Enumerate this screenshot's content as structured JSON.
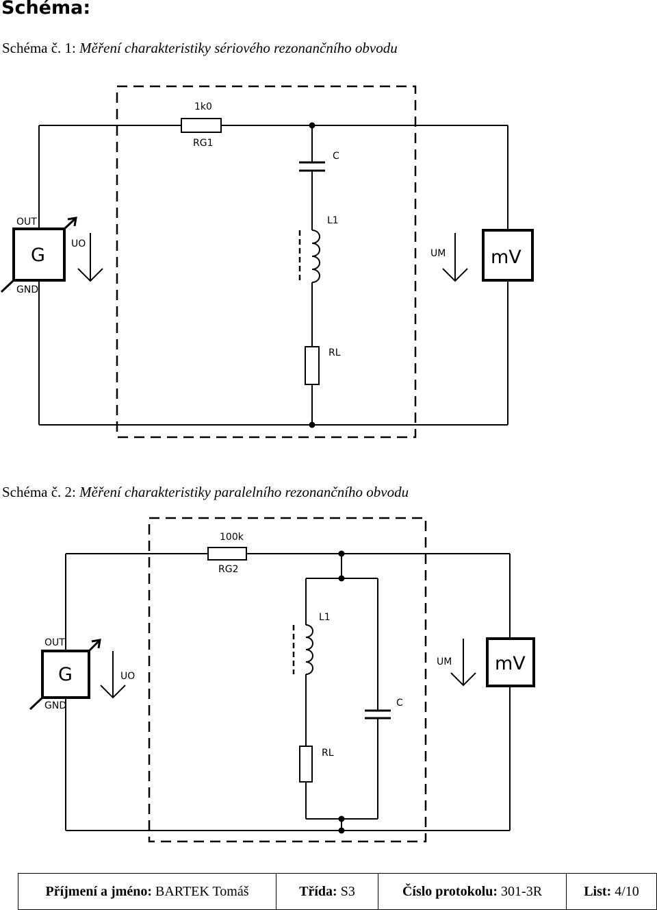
{
  "heading": "Schéma:",
  "schema1": {
    "caption_prefix": "Schéma č. 1:",
    "caption_title": "Měření charakteristiky sériového rezonančního obvodu",
    "labels": {
      "resistor_value": "1k0",
      "resistor_name": "RG1",
      "capacitor": "C",
      "inductor": "L1",
      "load_resistor": "RL",
      "out": "OUT",
      "gnd": "GND",
      "generator": "G",
      "uo": "UO",
      "um": "UM",
      "meter": "mV"
    }
  },
  "schema2": {
    "caption_prefix": "Schéma č. 2:",
    "caption_title": "Měření charakteristiky paralelního rezonančního obvodu",
    "labels": {
      "resistor_value": "100k",
      "resistor_name": "RG2",
      "capacitor": "C",
      "inductor": "L1",
      "load_resistor": "RL",
      "out": "OUT",
      "gnd": "GND",
      "generator": "G",
      "uo": "UO",
      "um": "UM",
      "meter": "mV"
    }
  },
  "footer": {
    "name_label": "Příjmení a jméno:",
    "name_value": "BARTEK Tomáš",
    "class_label": "Třída:",
    "class_value": "S3",
    "protocol_label": "Číslo protokolu:",
    "protocol_value": "301-3R",
    "sheet_label": "List:",
    "sheet_value": "4/10"
  }
}
